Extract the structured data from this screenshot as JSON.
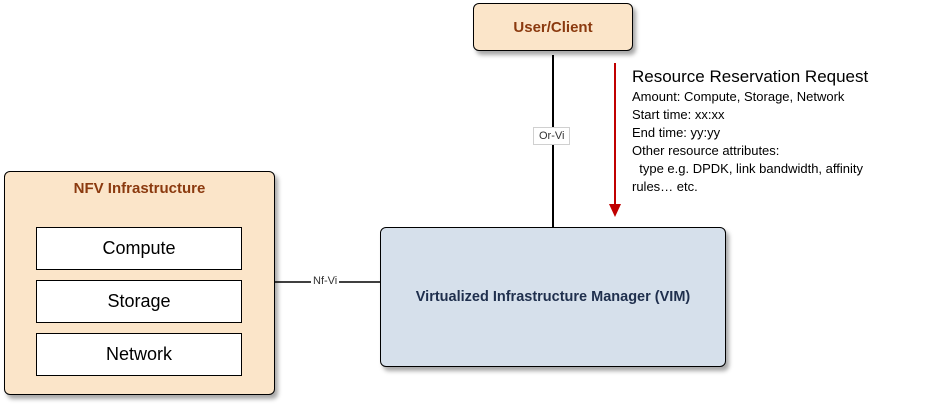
{
  "diagram": {
    "user_client": {
      "label": "User/Client"
    },
    "nfv_infrastructure": {
      "title": "NFV Infrastructure",
      "resources": [
        "Compute",
        "Storage",
        "Network"
      ]
    },
    "vim": {
      "label": "Virtualized Infrastructure Manager (VIM)"
    },
    "interfaces": {
      "or_vi": "Or-Vi",
      "nf_vi": "Nf-Vi"
    },
    "request": {
      "title": "Resource Reservation Request",
      "lines": [
        "Amount: Compute, Storage, Network",
        "Start time: xx:xx",
        "End time: yy:yy",
        "Other resource attributes:",
        "  type e.g. DPDK, link bandwidth, affinity",
        "rules… etc."
      ]
    },
    "colors": {
      "node_fill": "#fbe5c9",
      "node_text": "#8b3a0f",
      "vim_fill": "#d6e0eb",
      "arrow": "#c00000"
    }
  }
}
